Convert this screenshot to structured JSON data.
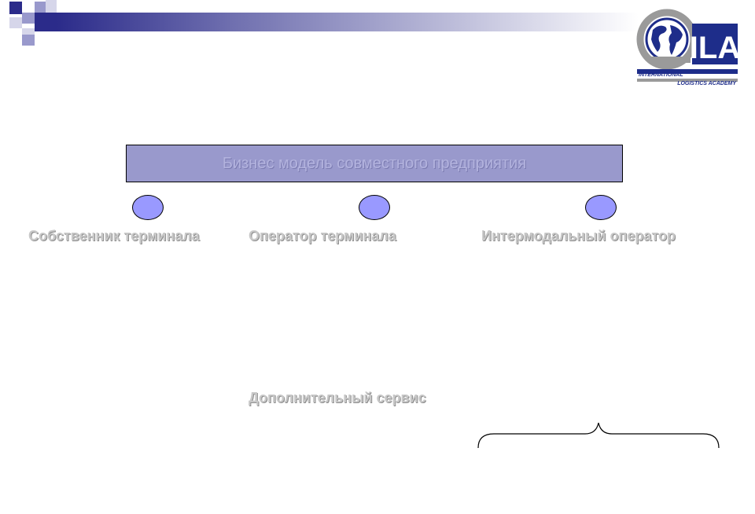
{
  "diagram": {
    "title": "Бизнес модель совместного предприятия",
    "roles": [
      {
        "label": "Собственник терминала"
      },
      {
        "label": "Оператор терминала"
      },
      {
        "label": "Интермодальный оператор"
      }
    ],
    "extra": "Дополнительный сервис"
  },
  "logo": {
    "letters": "ILA",
    "line1": "INTERNATIONAL",
    "line2": "LOGISTICS ACADEMY"
  },
  "colors": {
    "title_fill": "#9999cc",
    "node_fill": "#9999ff",
    "header_dark": "#2b2b8a",
    "label_text": "#c8c8c8"
  }
}
